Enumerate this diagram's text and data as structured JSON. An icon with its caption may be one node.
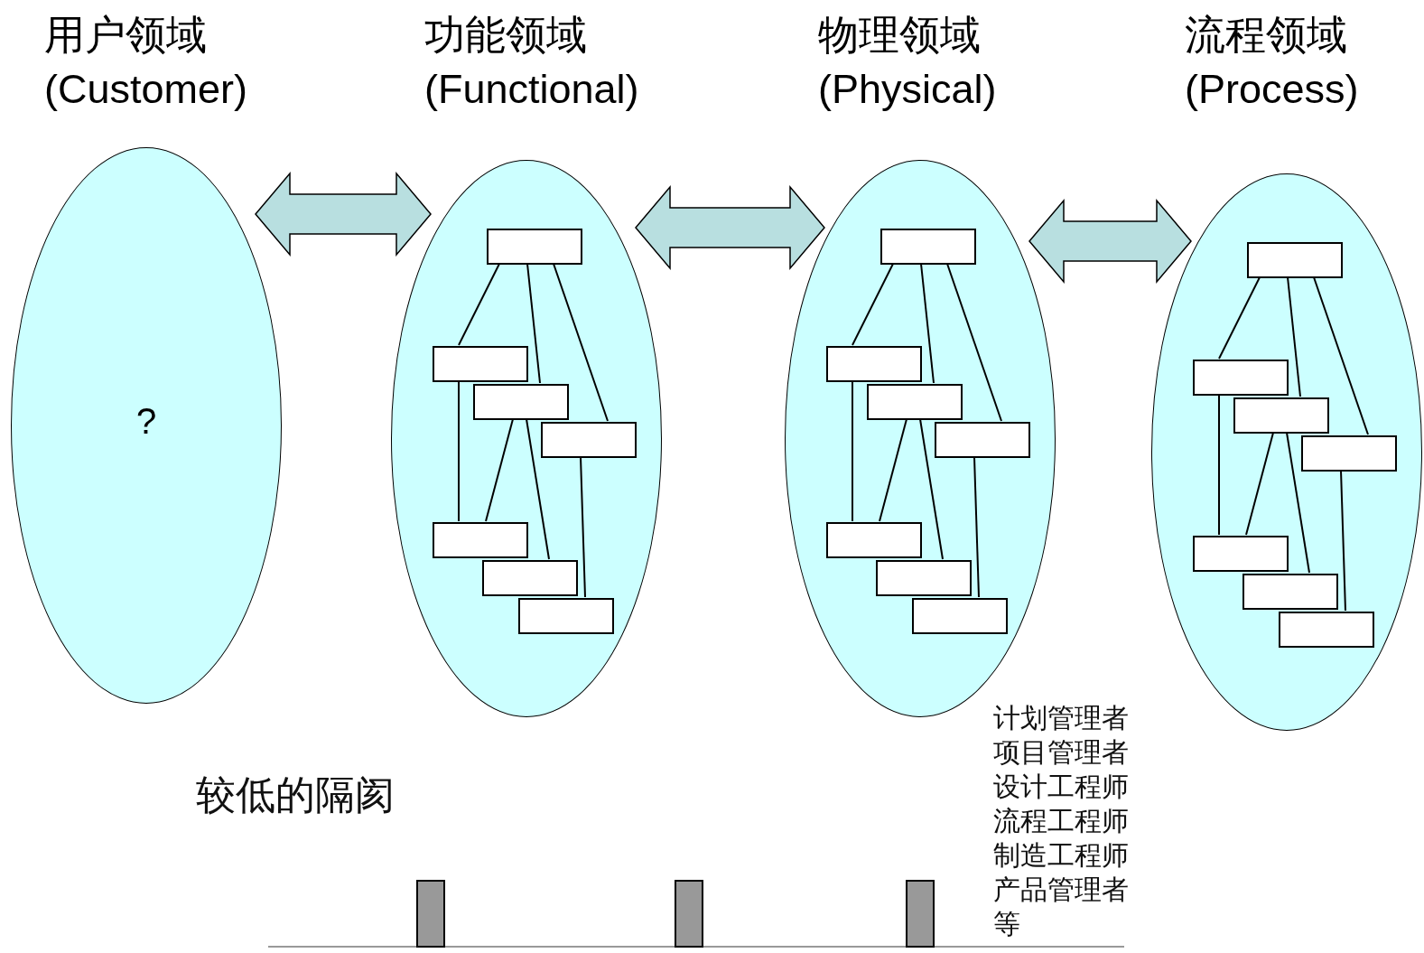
{
  "diagram": {
    "nodes": [
      {
        "text": [
          "用户领域 (Customer)",
          "?"
        ]
      },
      {
        "text": [
          "功能领域 (Functional)"
        ]
      },
      {
        "text": [],
        "shape": "box",
        "in": 1
      },
      {
        "text": [],
        "shape": "box",
        "in": 1
      },
      {
        "text": [],
        "shape": "box",
        "in": 1
      },
      {
        "text": [],
        "shape": "box",
        "in": 1
      },
      {
        "text": [],
        "shape": "box",
        "in": 1
      },
      {
        "text": [],
        "shape": "box",
        "in": 1
      },
      {
        "text": [],
        "shape": "box",
        "in": 1
      },
      {
        "text": [
          "物理领域 (Physical)"
        ]
      },
      {
        "text": [],
        "shape": "box",
        "in": 9
      },
      {
        "text": [],
        "shape": "box",
        "in": 9
      },
      {
        "text": [],
        "shape": "box",
        "in": 9
      },
      {
        "text": [],
        "shape": "box",
        "in": 9
      },
      {
        "text": [],
        "shape": "box",
        "in": 9
      },
      {
        "text": [],
        "shape": "box",
        "in": 9
      },
      {
        "text": [],
        "shape": "box",
        "in": 9
      },
      {
        "text": [
          "流程领域 (Process)"
        ]
      },
      {
        "text": [],
        "shape": "box",
        "in": 17
      },
      {
        "text": [],
        "shape": "box",
        "in": 17
      },
      {
        "text": [],
        "shape": "box",
        "in": 17
      },
      {
        "text": [],
        "shape": "box",
        "in": 17
      },
      {
        "text": [],
        "shape": "box",
        "in": 17
      },
      {
        "text": [],
        "shape": "box",
        "in": 17
      },
      {
        "text": [],
        "shape": "box",
        "in": 17
      }
    ],
    "edges": [
      {
        "from": 0,
        "to": 1,
        "arrow": "both",
        "style": "thick",
        "color": "#b8dfe0"
      },
      {
        "from": 1,
        "to": 9,
        "arrow": "both",
        "style": "thick",
        "color": "#b8dfe0"
      },
      {
        "from": 9,
        "to": 17,
        "arrow": "both",
        "style": "thick",
        "color": "#b8dfe0"
      },
      {
        "from": 2,
        "to": 3,
        "arrow": "none"
      },
      {
        "from": 2,
        "to": 4,
        "arrow": "none"
      },
      {
        "from": 2,
        "to": 5,
        "arrow": "none"
      },
      {
        "from": 3,
        "to": 6,
        "arrow": "none"
      },
      {
        "from": 4,
        "to": 6,
        "arrow": "none"
      },
      {
        "from": 4,
        "to": 7,
        "arrow": "none"
      },
      {
        "from": 5,
        "to": 8,
        "arrow": "none"
      },
      {
        "from": 10,
        "to": 11,
        "arrow": "none"
      },
      {
        "from": 10,
        "to": 12,
        "arrow": "none"
      },
      {
        "from": 10,
        "to": 13,
        "arrow": "none"
      },
      {
        "from": 11,
        "to": 14,
        "arrow": "none"
      },
      {
        "from": 12,
        "to": 14,
        "arrow": "none"
      },
      {
        "from": 12,
        "to": 15,
        "arrow": "none"
      },
      {
        "from": 13,
        "to": 16,
        "arrow": "none"
      },
      {
        "from": 18,
        "to": 19,
        "arrow": "none"
      },
      {
        "from": 18,
        "to": 20,
        "arrow": "none"
      },
      {
        "from": 18,
        "to": 21,
        "arrow": "none"
      },
      {
        "from": 19,
        "to": 22,
        "arrow": "none"
      },
      {
        "from": 20,
        "to": 22,
        "arrow": "none"
      },
      {
        "from": 20,
        "to": 23,
        "arrow": "none"
      },
      {
        "from": 21,
        "to": 24,
        "arrow": "none"
      }
    ],
    "labels": [
      "较低的隔阂",
      "计划管理者",
      "项目管理者",
      "设计工程师",
      "流程工程师",
      "制造工程师",
      "产品管理者",
      "等"
    ]
  }
}
